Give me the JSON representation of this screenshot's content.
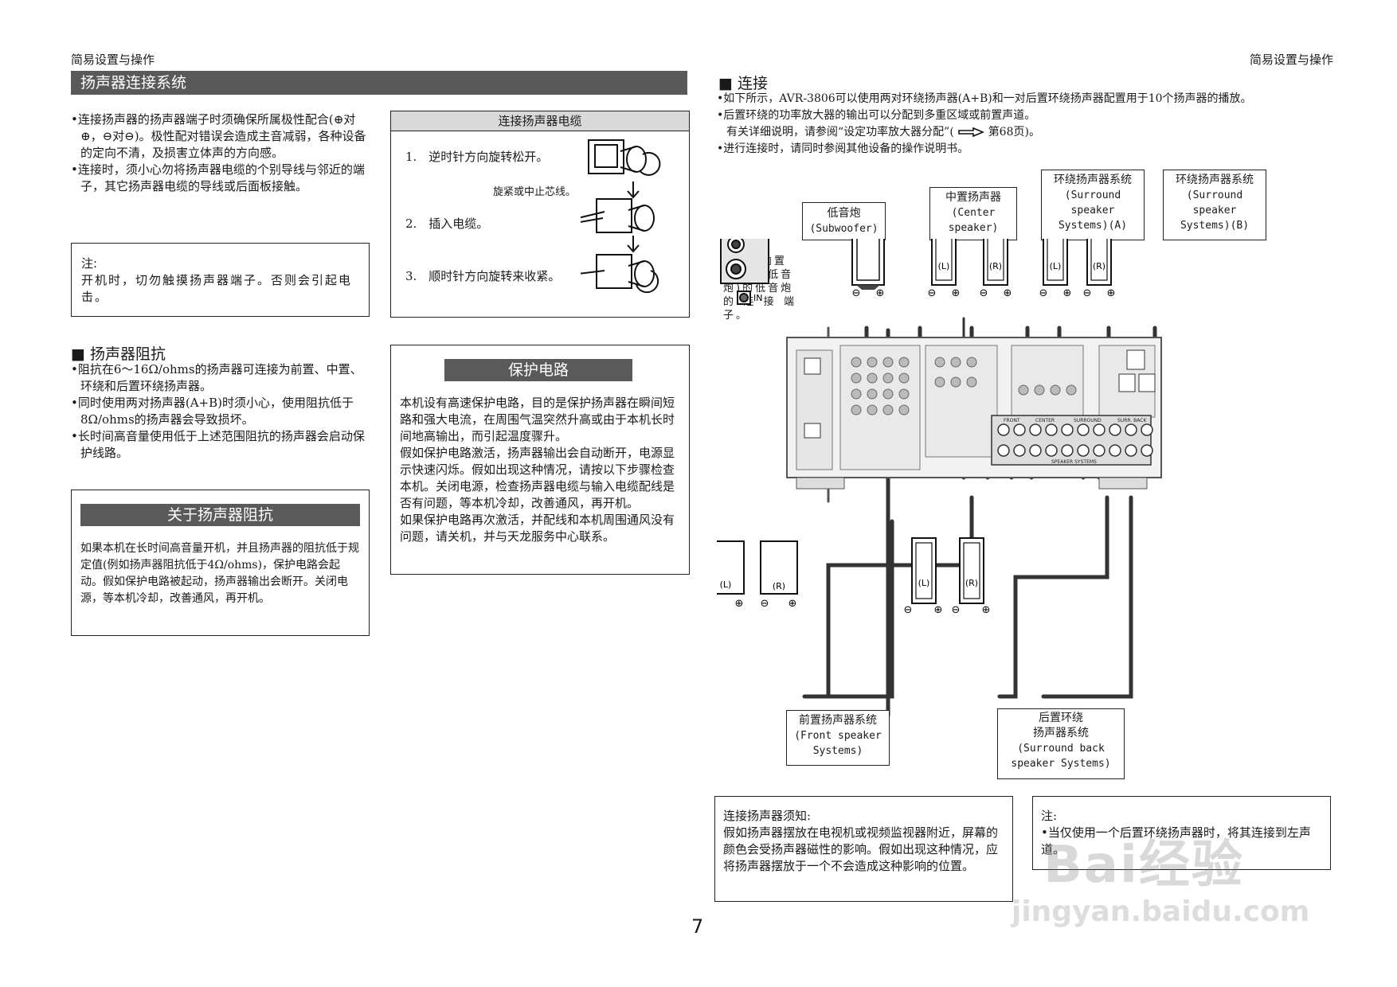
{
  "header": {
    "left": "简易设置与操作",
    "right": "简易设置与操作"
  },
  "left": {
    "section_title": "扬声器连接系统",
    "intro": [
      "•连接扬声器的扬声器端子时须确保所属极性配合(⊕对⊕，⊖对⊖)。极性配对错误会造成主音减弱，各种设备的定向不清，及损害立体声的方向感。",
      "•连接时，须小心勿将扬声器电缆的个别导线与邻近的端子，其它扬声器电缆的导线或后面板接触。"
    ],
    "note": {
      "label": "注:",
      "text": "开机时，切勿触摸扬声器端子。否则会引起电击。"
    },
    "cable_box": {
      "title": "连接扬声器电缆",
      "steps": [
        "1.　逆时针方向旋转松开。",
        "2.　插入电缆。",
        "3.　顺时针方向旋转来收紧。"
      ],
      "callout": "旋紧或中止芯线。"
    },
    "impedance": {
      "title": "■ 扬声器阻抗",
      "items": [
        "•阻抗在6～16Ω/ohms的扬声器可连接为前置、中置、环绕和后置环绕扬声器。",
        "•同时使用两对扬声器(A+B)时须小心，使用阻抗低于8Ω/ohms的扬声器会导致损坏。",
        "•长时间高音量使用低于上述范围阻抗的扬声器会启动保护线路。"
      ]
    },
    "about_impedance": {
      "title": "关于扬声器阻抗",
      "text": "如果本机在长时间高音量开机，并且扬声器的阻抗低于规定值(例如扬声器阻抗低于4Ω/ohms)，保护电路会起动。假如保护电路被起动，扬声器输出会断开。关闭电源，等本机冷却，改善通风，再开机。"
    },
    "protection": {
      "title": "保护电路",
      "paragraphs": [
        "本机设有高速保护电路，目的是保护扬声器在瞬间短路和强大电流，在周围气温突然升高或由于本机长时间地高输出，而引起温度骤升。",
        "假如保护电路激活，扬声器输出会自动断开，电源显示快速闪烁。假如出现这种情况，请按以下步骤检查本机。关闭电源，检查扬声器电缆与输入电缆配线是否有问题，等本机冷却，改善通风，再开机。",
        "如果保护电路再次激活，并配线和本机周围通风没有问题，请关机，并与天龙服务中心联系。"
      ]
    }
  },
  "right": {
    "title": "■ 连接",
    "bullets": [
      "•如下所示，AVR-3806可以使用两对环绕扬声器(A+B)和一对后置环绕扬声器配置用于10个扬声器的播放。",
      "•后置环绕的功率放大器的输出可以分配到多重区域或前置声道。",
      "•进行连接时，请同时参阅其他设备的操作说明书。"
    ],
    "ref_prefix": "有关详细说明，请参阅“设定功率放大器分配”(",
    "ref_suffix": "第68页)。",
    "labels": {
      "subwoofer_cn": "低音炮",
      "subwoofer_en": "(Subwoofer)",
      "center_cn": "中置扬声器",
      "center_en1": "(Center",
      "center_en2": "speaker)",
      "surr_a_cn": "环绕扬声器系统",
      "surr_a_en1": "(Surround",
      "surr_a_en2": "speaker",
      "surr_a_en3": "Systems)(A)",
      "surr_b_cn": "环绕扬声器系统",
      "surr_b_en1": "(Surround",
      "surr_b_en2": "speaker",
      "surr_b_en3": "Systems)(B)",
      "sub_note": [
        "用于带内置",
        "放大器(低音",
        "炮)的低音炮",
        "的连接端子。"
      ],
      "in": "IN",
      "front_cn": "前置扬声器系统",
      "front_en1": "(Front speaker",
      "front_en2": "Systems)",
      "back_cn1": "后置环绕",
      "back_cn2": "扬声器系统",
      "back_en1": "(Surround back",
      "back_en2": "speaker Systems)",
      "L": "(L)",
      "R": "(R)",
      "minus": "⊖",
      "plus": "⊕",
      "spk_front": "FRONT",
      "spk_center": "CENTER",
      "spk_surround": "SURROUND",
      "spk_back": "SURR. BACK",
      "spk_systems": "SPEAKER SYSTEMS"
    },
    "notice": {
      "title": "连接扬声器须知:",
      "text": "假如扬声器摆放在电视机或视频监视器附近，屏幕的颜色会受扬声器磁性的影响。假如出现这种情况，应将扬声器摆放于一个不会造成这种影响的位置。"
    },
    "note2": {
      "label": "注:",
      "text": "•当仅使用一个后置环绕扬声器时，将其连接到左声道。"
    }
  },
  "page_number": "7",
  "watermark": {
    "brand": "Bai",
    "brand2": "经验",
    "url": "jingyan.baidu.com"
  }
}
